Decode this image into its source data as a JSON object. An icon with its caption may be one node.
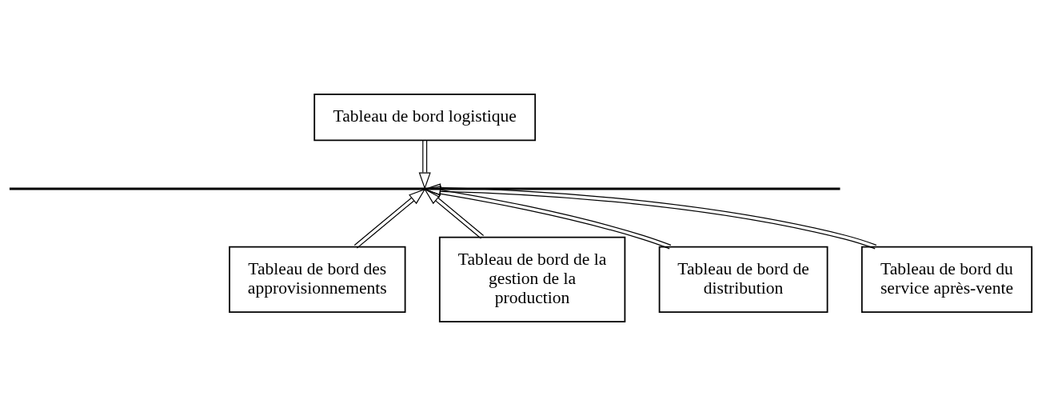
{
  "diagram": {
    "nodes": [
      {
        "text": [
          "Tableau de bord logistique"
        ]
      },
      {
        "text": [],
        "shape": "bar"
      },
      {
        "text": [
          "Tableau de bord des approvisionnements"
        ]
      },
      {
        "text": [
          "Tableau de bord de la gestion de la production"
        ]
      },
      {
        "text": [
          "Tableau de bord de distribution"
        ]
      },
      {
        "text": [
          "Tableau de bord du service après-vente"
        ]
      }
    ],
    "edges": [
      {
        "from": 0,
        "to": 1,
        "arrow": "to"
      },
      {
        "from": 2,
        "to": 1,
        "arrow": "to"
      },
      {
        "from": 3,
        "to": 1,
        "arrow": "to"
      },
      {
        "from": 4,
        "to": 1,
        "arrow": "to"
      },
      {
        "from": 5,
        "to": 1,
        "arrow": "to"
      }
    ]
  }
}
